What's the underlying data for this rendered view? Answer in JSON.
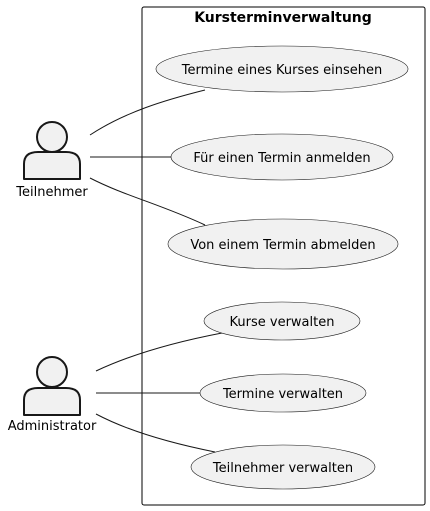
{
  "diagram": {
    "boundary": {
      "title": "Kursterminverwaltung"
    },
    "actors": [
      {
        "id": "teilnehmer",
        "label": "Teilnehmer"
      },
      {
        "id": "administrator",
        "label": "Administrator"
      }
    ],
    "use_cases": [
      {
        "id": "uc1",
        "label": "Termine eines Kurses einsehen"
      },
      {
        "id": "uc2",
        "label": "Für einen Termin anmelden"
      },
      {
        "id": "uc3",
        "label": "Von einem Termin abmelden"
      },
      {
        "id": "uc4",
        "label": "Kurse verwalten"
      },
      {
        "id": "uc5",
        "label": "Termine verwalten"
      },
      {
        "id": "uc6",
        "label": "Teilnehmer verwalten"
      }
    ],
    "associations": [
      {
        "from": "teilnehmer",
        "to": "uc1"
      },
      {
        "from": "teilnehmer",
        "to": "uc2"
      },
      {
        "from": "teilnehmer",
        "to": "uc3"
      },
      {
        "from": "administrator",
        "to": "uc4"
      },
      {
        "from": "administrator",
        "to": "uc5"
      },
      {
        "from": "administrator",
        "to": "uc6"
      }
    ],
    "colors": {
      "ellipse_fill": "#f1f1f1",
      "actor_fill": "#f1f1f1",
      "stroke": "#181818",
      "boundary_stroke": "#000000"
    }
  }
}
